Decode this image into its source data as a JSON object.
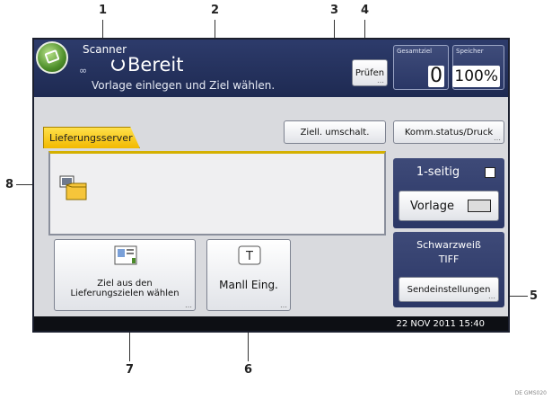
{
  "callouts": [
    "1",
    "2",
    "3",
    "4",
    "5",
    "6",
    "7",
    "8"
  ],
  "app": {
    "title": "Scanner",
    "status": "Bereit",
    "message": "Vorlage einlegen und Ziel wählen."
  },
  "header": {
    "check_button": "Prüfen",
    "total_label": "Gesamtziel",
    "total_value": "0",
    "memory_label": "Speicher",
    "memory_value": "100%"
  },
  "tabs": {
    "delivery_server": "Lieferungsserver"
  },
  "buttons": {
    "switch_dest": "Ziell. umschalt.",
    "comm_status": "Komm.status/Druck",
    "select_dest": [
      "Ziel aus den",
      "Lieferungszielen wählen"
    ],
    "manual_entry": "Manll Eing.",
    "send_settings": "Sendeinstellungen"
  },
  "side": {
    "sides": "1-seitig",
    "original": "Vorlage",
    "color_mode": "Schwarzweiß",
    "file_type": "TIFF"
  },
  "statusbar": {
    "datetime": "22 NOV  2011 15:40"
  },
  "corner_id": "DE GMS020",
  "colors": {
    "header": "#1e2a52",
    "tab": "#f2b900",
    "screen": "#d9dade"
  }
}
